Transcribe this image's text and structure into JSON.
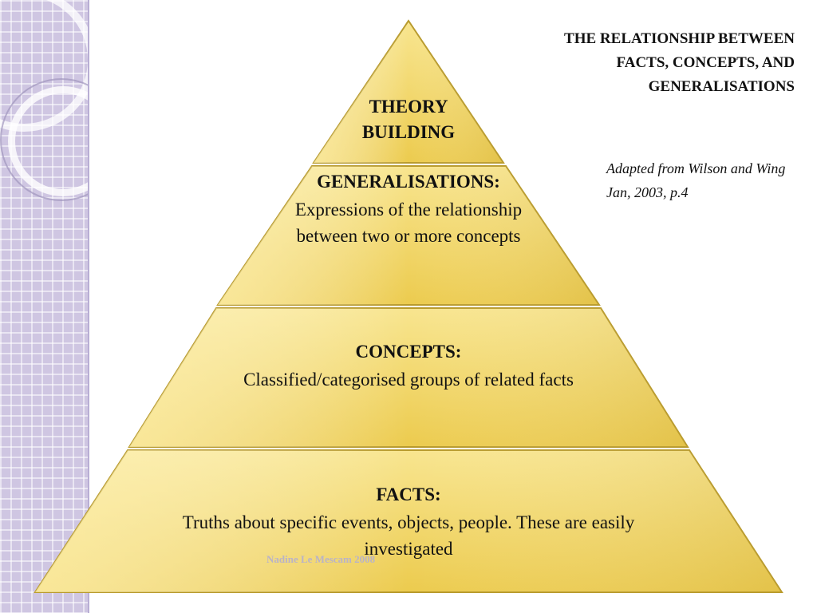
{
  "slide": {
    "title": "THE RELATIONSHIP BETWEEN FACTS, CONCEPTS, AND GENERALISATIONS",
    "citation": "Adapted from Wilson and Wing Jan, 2003, p.4",
    "author": "Nadine Le Mescam 2008"
  },
  "pyramid": {
    "tiers": [
      {
        "title": "THEORY BUILDING",
        "description": ""
      },
      {
        "title": "GENERALISATIONS:",
        "description": "Expressions of the relationship between two or more concepts"
      },
      {
        "title": "CONCEPTS:",
        "description": "Classified/categorised groups of related facts"
      },
      {
        "title": "FACTS:",
        "description": "Truths about specific events, objects, people. These are easily investigated"
      }
    ]
  },
  "colors": {
    "tier_fill": "#f1d15a",
    "tier_fill_light": "#f8e58f",
    "tier_edge": "#b89a2c",
    "side_band": "#cfc6e2"
  }
}
